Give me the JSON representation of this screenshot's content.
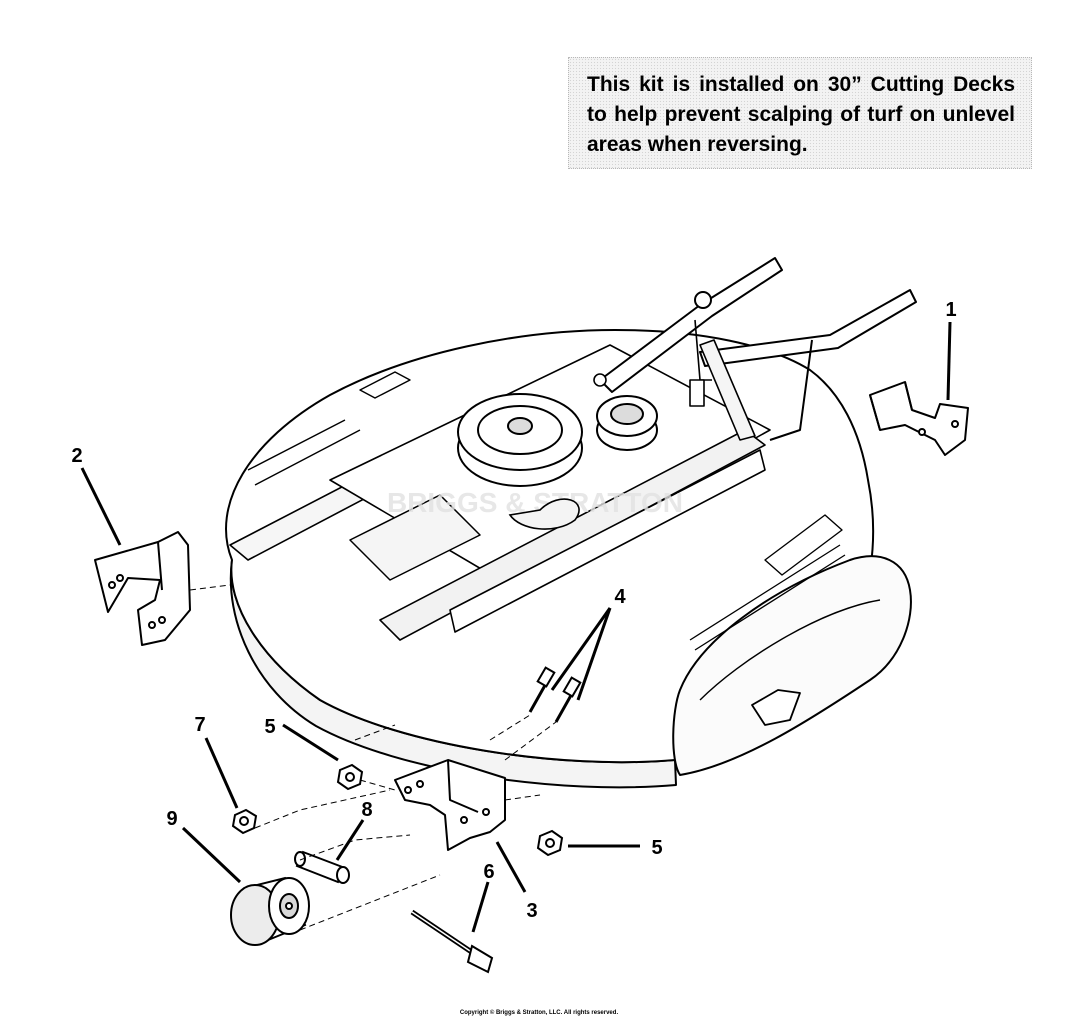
{
  "note": {
    "text": "This kit is installed on 30” Cutting Decks to help prevent scalping of turf on unlevel areas when reversing."
  },
  "watermark": "BRIGGS & STRATTON",
  "callouts": {
    "c1": "1",
    "c2": "2",
    "c3": "3",
    "c4": "4",
    "c5a": "5",
    "c5b": "5",
    "c6": "6",
    "c7": "7",
    "c8": "8",
    "c9": "9"
  },
  "parts": [
    {
      "number": "1",
      "name": "bracket-right"
    },
    {
      "number": "2",
      "name": "bracket-left"
    },
    {
      "number": "3",
      "name": "bracket-rear"
    },
    {
      "number": "4",
      "name": "bolts"
    },
    {
      "number": "5",
      "name": "nuts"
    },
    {
      "number": "6",
      "name": "long-bolt"
    },
    {
      "number": "7",
      "name": "small-nut"
    },
    {
      "number": "8",
      "name": "spacer"
    },
    {
      "number": "9",
      "name": "roller-wheel"
    }
  ],
  "copyright": "Copyright © Briggs & Stratton, LLC. All rights reserved."
}
